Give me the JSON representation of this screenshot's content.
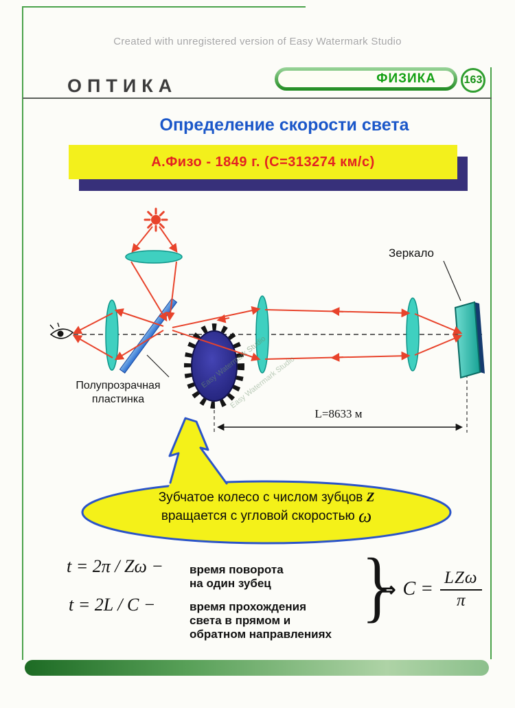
{
  "watermark": {
    "top_text": "Created with unregistered version of Easy Watermark Studio",
    "diagonal_text": "Easy Watermark Studio"
  },
  "header": {
    "section_title": "ОПТИКА",
    "subject_badge": "ФИЗИКА",
    "page_number": "163"
  },
  "page_title": "Определение скорости света",
  "banner": {
    "text": "А.Физо - 1849 г. (С=313274 км/с)"
  },
  "diagram": {
    "mirror_label": "Зеркало",
    "plate_label_line1": "Полупрозрачная",
    "plate_label_line2": "пластинка",
    "distance_label": "L=8633 м"
  },
  "callout": {
    "line1_text": "Зубчатое колесо с числом зубцов",
    "line1_var": "Z",
    "line2_text": "вращается с угловой скоростью",
    "line2_var": "ω"
  },
  "formulas": {
    "eq1": "t = 2π / Zω −",
    "eq1_desc": [
      "время поворота",
      "на один зубец"
    ],
    "eq2": "t = 2L / C −",
    "eq2_desc": [
      "время прохождения",
      "света в прямом и",
      "обратном направлениях"
    ],
    "brace": "}",
    "implies": "⇒",
    "result_lhs": "C =",
    "result_numerator": "LZω",
    "result_denominator": "π"
  },
  "colors": {
    "frame_green": "#4aa24a",
    "title_blue": "#1b57c9",
    "banner_yellow": "#f3f01c",
    "banner_shadow": "#37307a",
    "banner_text_red": "#e32222",
    "callout_yellow": "#f4f119",
    "callout_border_blue": "#2b54c8",
    "ray_red": "#e8432b",
    "lens_cyan": "#3fd0c0",
    "gear_navy": "#26268a"
  }
}
